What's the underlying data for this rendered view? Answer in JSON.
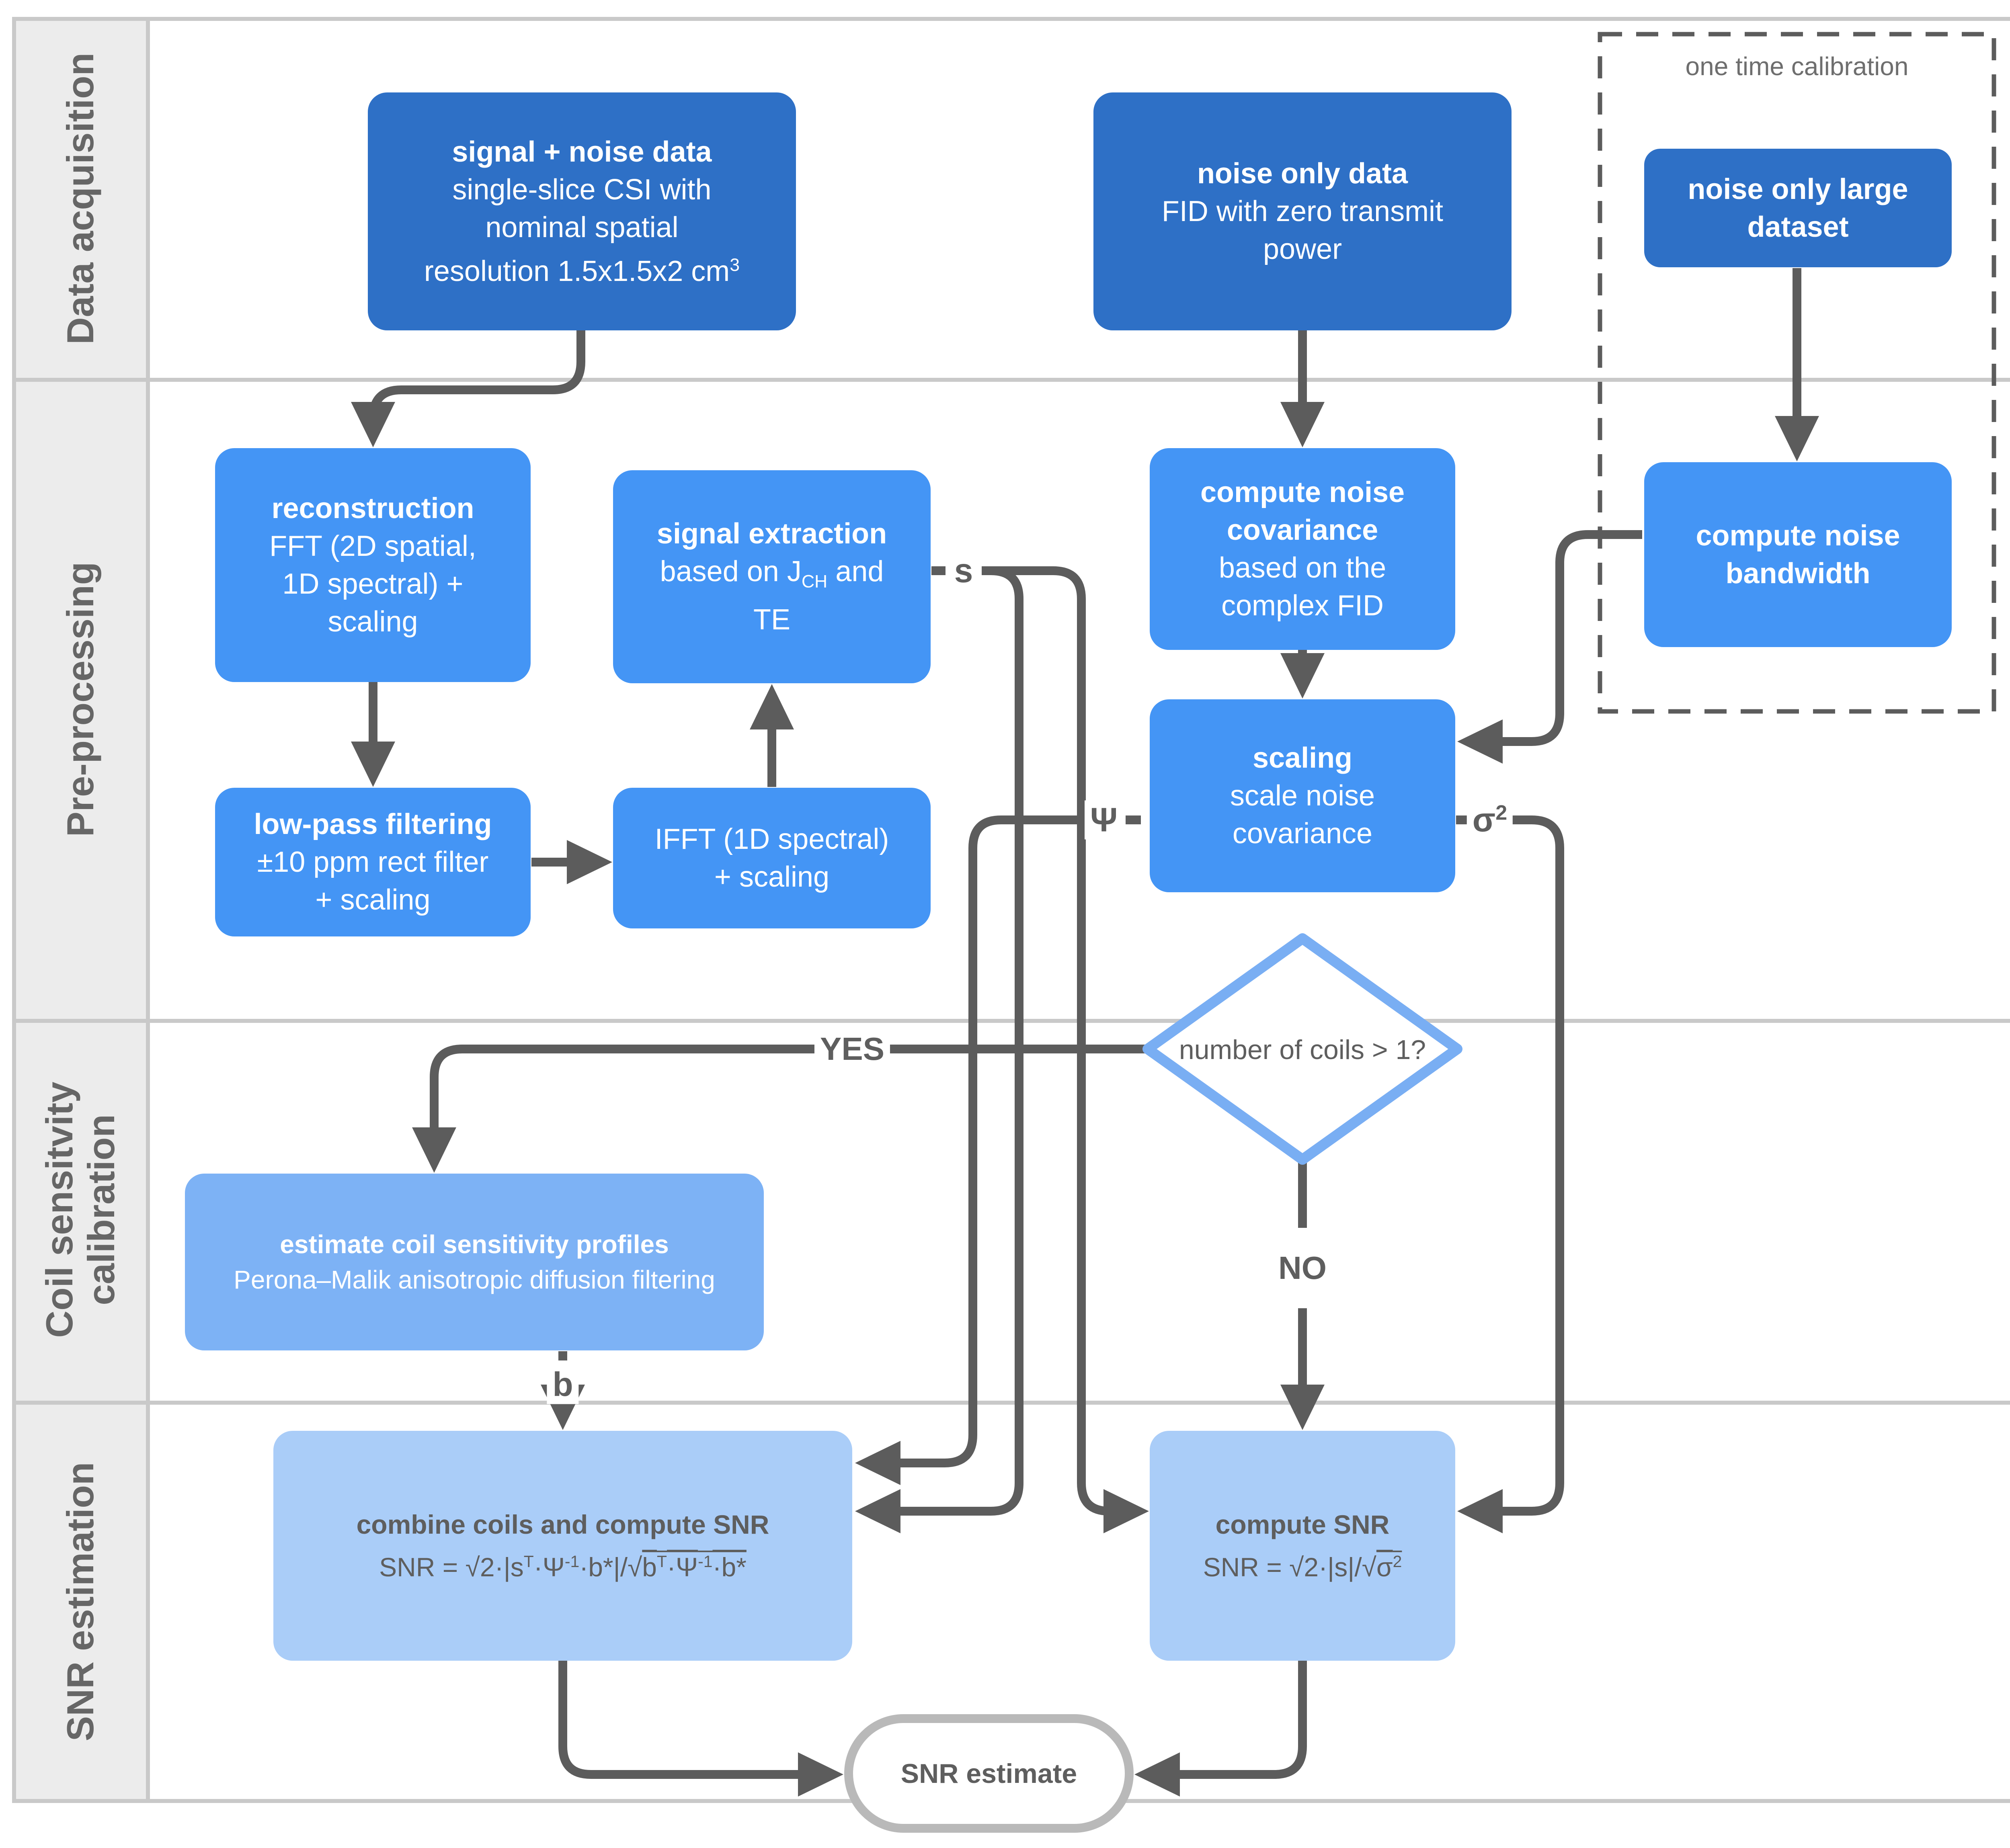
{
  "colors": {
    "row1_box": "#2e70c6",
    "row2_box": "#4495f5",
    "row3_box": "#7db2f5",
    "row4_box": "#aacdf8",
    "connector_gray": "#5c5c5c",
    "grid_gray": "#c9c9c9",
    "sidebar_bg": "#ececec",
    "diamond_border": "#79aef3",
    "terminal_border": "#b9b9b9",
    "text_gray": "#5e5e5e"
  },
  "sidebar": {
    "rows": [
      {
        "label_lines": [
          "Data acquisition"
        ]
      },
      {
        "label_lines": [
          "Pre-processing"
        ]
      },
      {
        "label_lines": [
          "Coil sensitvity",
          "calibration"
        ]
      },
      {
        "label_lines": [
          "SNR estimation"
        ]
      }
    ]
  },
  "calibration_group": {
    "label": "one time calibration"
  },
  "nodes": {
    "signal_noise_data": {
      "lines": [
        [
          {
            "t": "signal + noise data",
            "b": 1
          }
        ],
        [
          "single-slice CSI with"
        ],
        [
          "nominal spatial"
        ],
        [
          {
            "t": "resolution 1.5x1.5x2 cm"
          },
          {
            "t": "3",
            "s": "sup"
          }
        ]
      ]
    },
    "noise_only_data": {
      "lines": [
        [
          {
            "t": "noise only data",
            "b": 1
          }
        ],
        [
          "FID with zero transmit"
        ],
        [
          "power"
        ]
      ]
    },
    "noise_only_large_dataset": {
      "lines": [
        [
          {
            "t": "noise only large",
            "b": 1
          }
        ],
        [
          {
            "t": "dataset",
            "b": 1
          }
        ]
      ]
    },
    "reconstruction": {
      "lines": [
        [
          {
            "t": "reconstruction",
            "b": 1
          }
        ],
        [
          "FFT (2D spatial,"
        ],
        [
          "1D spectral) +"
        ],
        [
          "scaling"
        ]
      ]
    },
    "signal_extraction": {
      "lines": [
        [
          {
            "t": "signal extraction",
            "b": 1
          }
        ],
        [
          {
            "t": "based on J"
          },
          {
            "t": "CH",
            "s": "sub"
          },
          {
            "t": " and"
          }
        ],
        [
          "TE"
        ]
      ]
    },
    "low_pass_filtering": {
      "lines": [
        [
          {
            "t": "low-pass filtering",
            "b": 1
          }
        ],
        [
          "±10 ppm rect filter"
        ],
        [
          "+ scaling"
        ]
      ]
    },
    "ifft": {
      "lines": [
        [
          "IFFT (1D spectral)"
        ],
        [
          "+ scaling"
        ]
      ]
    },
    "compute_noise_covariance": {
      "lines": [
        [
          {
            "t": "compute noise",
            "b": 1
          }
        ],
        [
          {
            "t": "covariance",
            "b": 1
          }
        ],
        [
          "based on the"
        ],
        [
          "complex FID"
        ]
      ]
    },
    "compute_noise_bandwidth": {
      "lines": [
        [
          {
            "t": "compute noise",
            "b": 1
          }
        ],
        [
          {
            "t": "bandwidth",
            "b": 1
          }
        ]
      ]
    },
    "scaling": {
      "lines": [
        [
          {
            "t": "scaling",
            "b": 1
          }
        ],
        [
          "scale noise"
        ],
        [
          "covariance"
        ]
      ]
    },
    "estimate_coil_profiles": {
      "lines": [
        [
          {
            "t": "estimate coil sensitivity profiles",
            "b": 1
          }
        ],
        [
          "Perona–Malik anisotropic diffusion filtering"
        ]
      ]
    },
    "combine_coils_snr": {
      "lines": [
        [
          {
            "t": "combine coils and compute SNR",
            "b": 1
          }
        ],
        [
          {
            "t": "SNR = √2·|s"
          },
          {
            "t": "T",
            "s": "sup"
          },
          {
            "t": "·Ψ"
          },
          {
            "t": "-1",
            "s": "sup"
          },
          {
            "t": "·b*|/√"
          },
          {
            "t": "b",
            "o": 1
          },
          {
            "t": "T",
            "s": "sup",
            "o": 1
          },
          {
            "t": "·Ψ",
            "o": 1
          },
          {
            "t": "-1",
            "s": "sup",
            "o": 1
          },
          {
            "t": "·b*",
            "o": 1
          }
        ]
      ]
    },
    "compute_snr": {
      "lines": [
        [
          {
            "t": "compute SNR",
            "b": 1
          }
        ],
        [
          {
            "t": "SNR = √2·|s|/√"
          },
          {
            "t": "σ",
            "o": 1
          },
          {
            "t": "2",
            "s": "sup",
            "o": 1
          }
        ]
      ]
    }
  },
  "decision": {
    "text": "number of coils > 1?"
  },
  "terminal": {
    "label": "SNR estimate"
  },
  "edge_labels": {
    "s": [
      {
        "t": "s",
        "b": 1
      }
    ],
    "psi": [
      {
        "t": "Ψ",
        "b": 1
      }
    ],
    "sigma2": [
      {
        "t": "σ",
        "b": 1
      },
      {
        "t": "2",
        "s": "sup",
        "b": 1
      }
    ],
    "b": [
      {
        "t": "b",
        "b": 1
      }
    ],
    "yes": [
      {
        "t": "YES",
        "b": 1
      }
    ],
    "no": [
      {
        "t": "NO",
        "b": 1
      }
    ]
  }
}
